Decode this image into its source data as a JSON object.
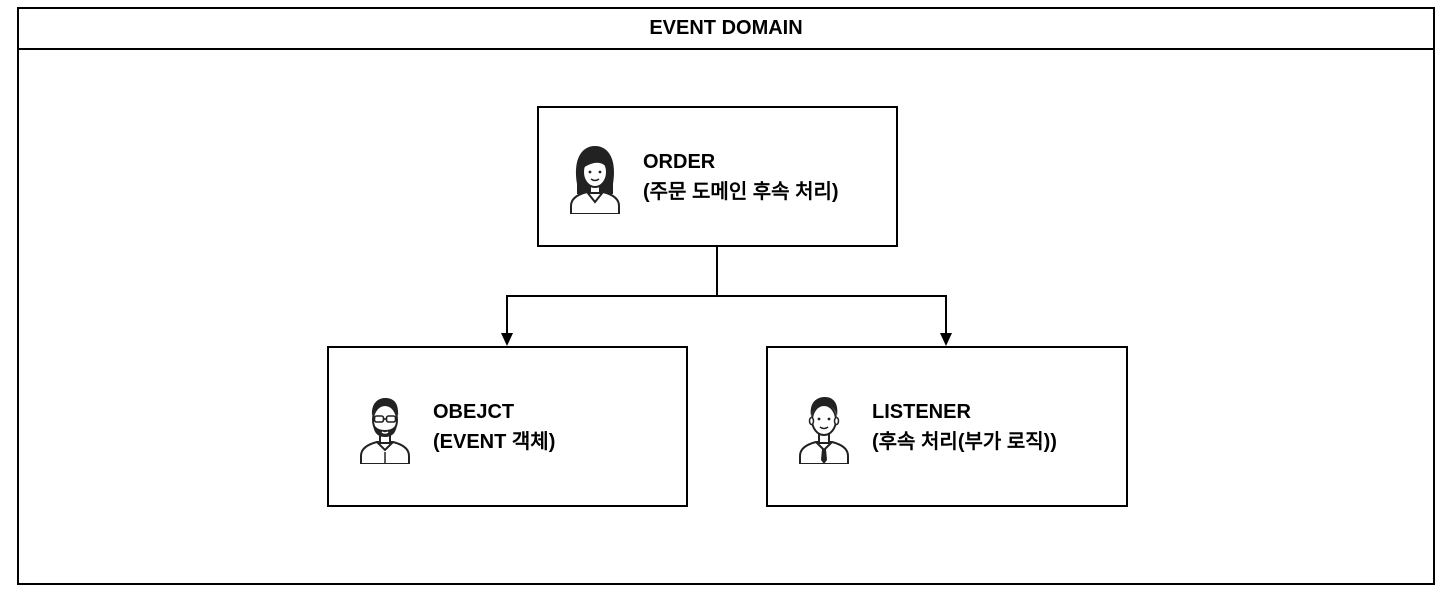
{
  "diagram": {
    "container": {
      "title": "EVENT DOMAIN"
    },
    "nodes": {
      "order": {
        "title": "ORDER",
        "subtitle": "(주문 도메인 후속 처리)",
        "icon": "woman-avatar-icon"
      },
      "object": {
        "title": "OBEJCT",
        "subtitle": "(EVENT 객체)",
        "icon": "bearded-man-glasses-avatar-icon"
      },
      "listener": {
        "title": "LISTENER",
        "subtitle": "(후속 처리(부가 로직))",
        "icon": "man-tie-avatar-icon"
      }
    },
    "edges": [
      {
        "from": "ORDER",
        "to": "OBEJCT"
      },
      {
        "from": "ORDER",
        "to": "LISTENER"
      }
    ],
    "colors": {
      "stroke": "#000000",
      "fill": "#ffffff",
      "skin": "#ffffff",
      "hair": "#222222"
    }
  }
}
